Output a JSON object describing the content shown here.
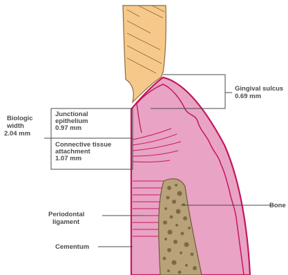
{
  "labels": {
    "gingival_sulcus": [
      "Gingival sulcus",
      "0.69 mm"
    ],
    "biologic_width": [
      "Biologic",
      "width",
      "2.04 mm"
    ],
    "junctional_epithelium": [
      "Junctional",
      "epithelium",
      "0.97 mm"
    ],
    "connective_tissue": [
      "Connective tissue",
      "attachment",
      "1.07 mm"
    ],
    "periodontal_ligament": [
      "Periodontal",
      "ligament"
    ],
    "cementum": [
      "Cementum"
    ],
    "bone": [
      "Bone"
    ]
  },
  "colors": {
    "tooth": "#f6c98a",
    "gingiva": "#e9a3c4",
    "gingiva_edge": "#c2185b",
    "bone": "#b9a27a",
    "bone_dots": "#7d6a45",
    "line": "#4a4a4a"
  }
}
